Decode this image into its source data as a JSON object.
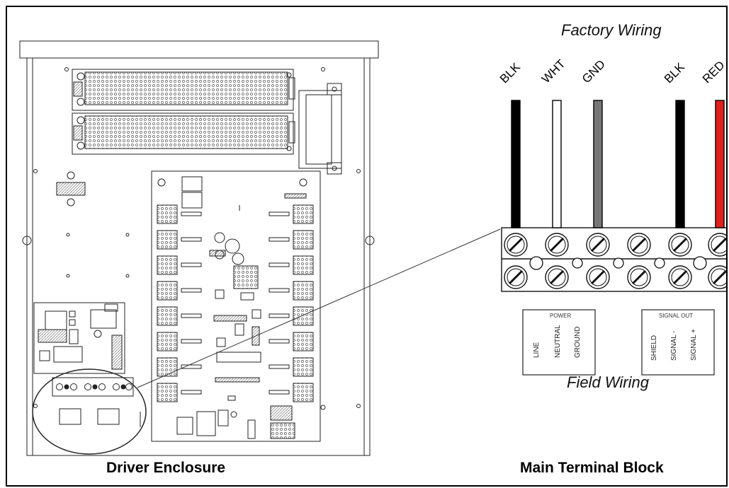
{
  "captions": {
    "left": "Driver Enclosure",
    "right": "Main Terminal Block",
    "factory": "Factory Wiring",
    "field": "Field Wiring"
  },
  "wires": [
    {
      "label": "BLK",
      "color": "#000000"
    },
    {
      "label": "WHT",
      "color": "#ffffff"
    },
    {
      "label": "GND",
      "color": "#777777"
    },
    {
      "label": "BLK",
      "color": "#000000"
    },
    {
      "label": "RED",
      "color": "#e0201c"
    }
  ],
  "power_box": {
    "title": "POWER",
    "labels": [
      "LINE",
      "NEUTRAL",
      "GROUND"
    ]
  },
  "signal_box": {
    "title": "SIGNAL OUT",
    "labels": [
      "SHIELD",
      "SIGNAL  -",
      "SIGNAL  +"
    ]
  }
}
